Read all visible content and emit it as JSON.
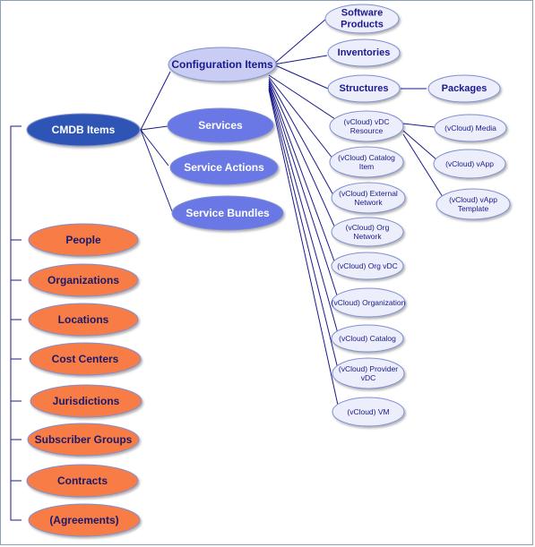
{
  "colors": {
    "background": "#ffffff",
    "frame_border": "#8aa0b8",
    "line": "#1a1a8c",
    "root_fill": "#2e55b5",
    "root_text": "#ffffff",
    "service_fill": "#6b78e6",
    "service_text": "#ffffff",
    "config_fill": "#c9cdf3",
    "config_text": "#1a1a8c",
    "leaf_fill": "#eceefb",
    "leaf_text": "#1a1a8c",
    "orange_fill": "#f87c45",
    "orange_text": "#1a1a6c"
  },
  "nodes": {
    "cmdb_items": "CMDB Items",
    "configuration_items": "Configuration Items",
    "services": "Services",
    "service_actions": "Service Actions",
    "service_bundles": "Service Bundles",
    "software_products": [
      "Software",
      "Products"
    ],
    "inventories": "Inventories",
    "structures": "Structures",
    "packages": "Packages",
    "vdc_resource": [
      "(vCloud) vDC",
      "Resource"
    ],
    "catalog_item": [
      "(vCloud) Catalog",
      "Item"
    ],
    "external_network": [
      "(vCloud) External",
      "Network"
    ],
    "org_network": [
      "(vCloud) Org",
      "Network"
    ],
    "org_vdc": [
      "(vCloud) Org vDC"
    ],
    "organization": [
      "(vCloud) Organization"
    ],
    "catalog": [
      "(vCloud) Catalog"
    ],
    "provider_vdc": [
      "(vCloud) Provider",
      "vDC"
    ],
    "vm": [
      "(vCloud) VM"
    ],
    "media": [
      "(vCloud) Media"
    ],
    "vapp": [
      "(vCloud) vApp"
    ],
    "vapp_template": [
      "(vCloud) vApp",
      "Template"
    ],
    "people": "People",
    "organizations": "Organizations",
    "locations": "Locations",
    "cost_centers": "Cost Centers",
    "jurisdictions": "Jurisdictions",
    "subscriber_groups": "Subscriber Groups",
    "contracts": "Contracts",
    "agreements": "(Agreements)"
  }
}
